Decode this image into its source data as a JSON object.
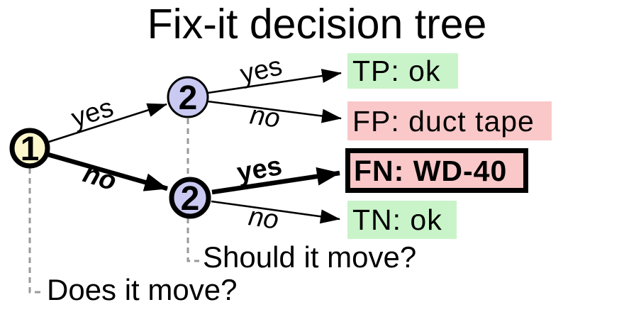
{
  "title": "Fix-it decision tree",
  "colors": {
    "root_node_fill": "#fcf8cc",
    "level2_node_fill": "#c9c9f2",
    "outcome_good_bg": "#c9f4c9",
    "outcome_bad_bg": "#fac8c8",
    "edge_color": "#000000",
    "connector_gray": "#999999"
  },
  "nodes": {
    "root": {
      "label": "1",
      "question": "Does it move?"
    },
    "level2_top": {
      "label": "2"
    },
    "level2_bottom": {
      "label": "2",
      "question": "Should it move?"
    }
  },
  "edges": {
    "root_yes": "yes",
    "root_no": "no",
    "top_yes": "yes",
    "top_no": "no",
    "bottom_yes": "yes",
    "bottom_no": "no"
  },
  "outcomes": {
    "tp": "TP: ok",
    "fp": "FP: duct tape",
    "fn": "FN: WD-40",
    "tn": "TN: ok"
  }
}
